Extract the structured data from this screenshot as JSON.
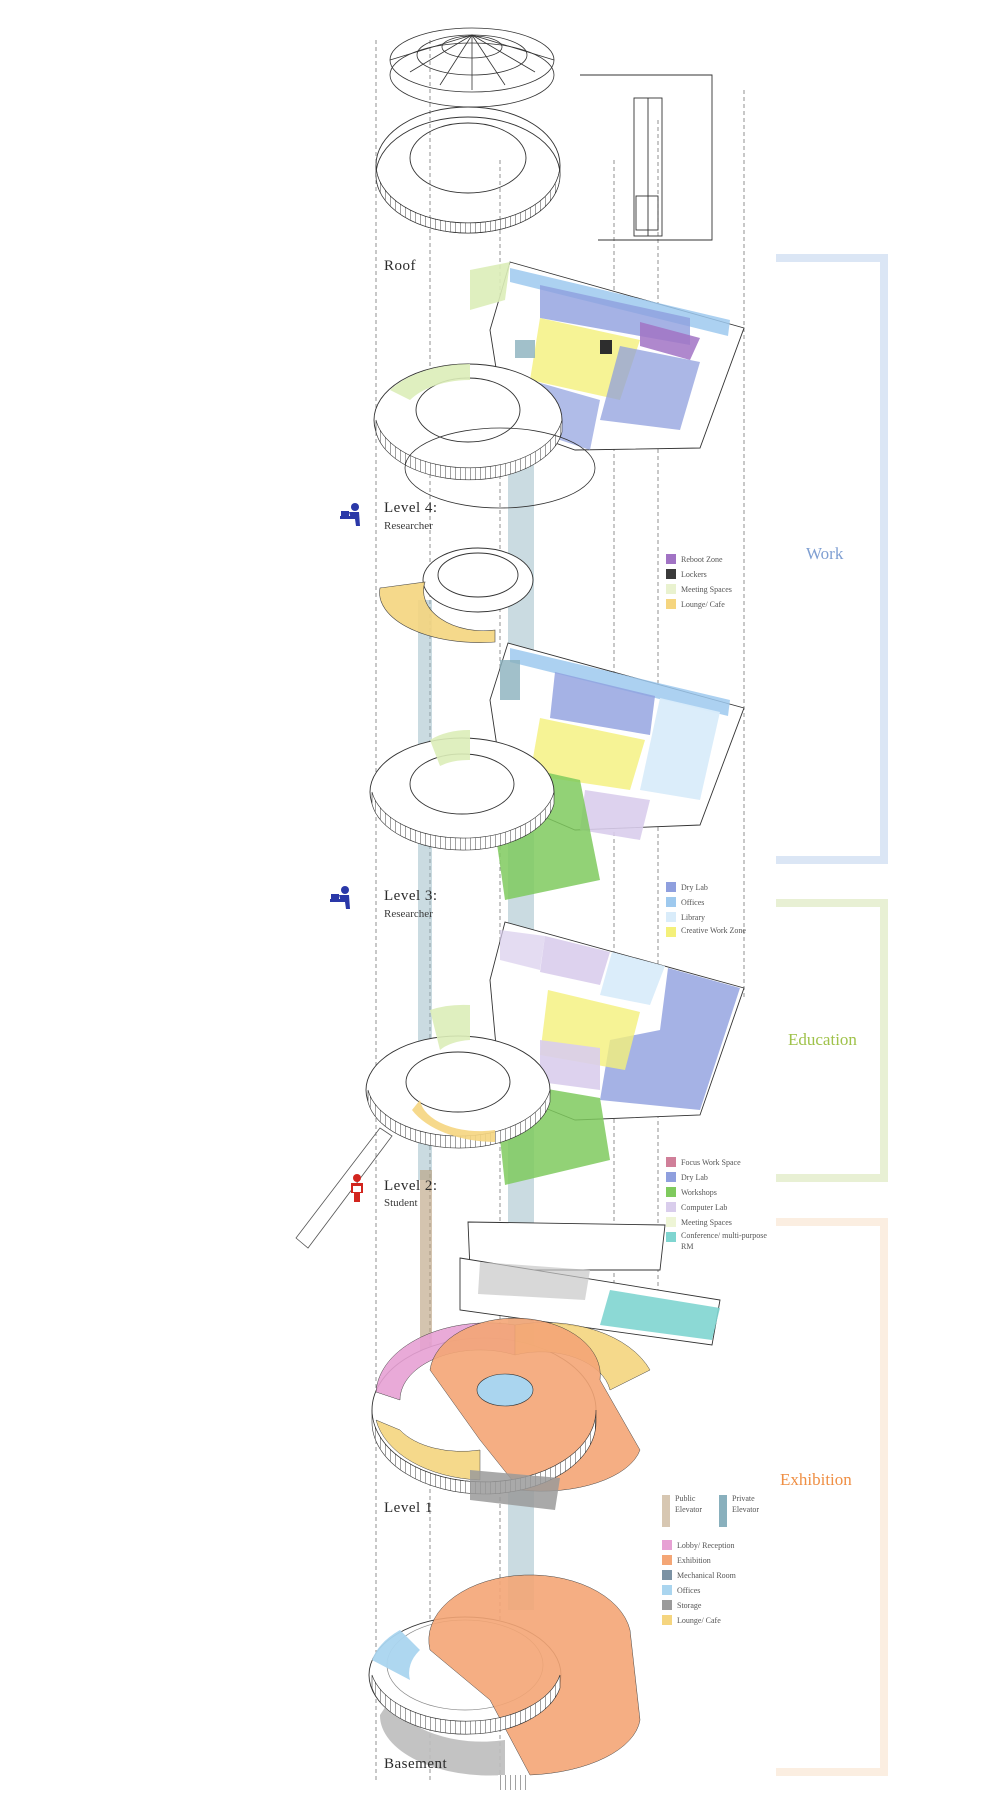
{
  "levels": [
    {
      "title": "Roof",
      "subtitle": ""
    },
    {
      "title": "Level 4:",
      "subtitle": "Researcher"
    },
    {
      "title": "Level 3:",
      "subtitle": "Researcher"
    },
    {
      "title": "Level 2:",
      "subtitle": "Student"
    },
    {
      "title": "Level 1",
      "subtitle": ""
    },
    {
      "title": "Basement",
      "subtitle": ""
    }
  ],
  "categories": [
    {
      "label": "Work",
      "color": "#7f9fd2",
      "bracket": "#dbe6f5"
    },
    {
      "label": "Education",
      "color": "#9fc24a",
      "bracket": "#e8f0d4"
    },
    {
      "label": "Exhibition",
      "color": "#ef8f44",
      "bracket": "#fbeee1"
    }
  ],
  "legends": {
    "level4": [
      {
        "label": "Reboot Zone",
        "color": "#a173c4"
      },
      {
        "label": "Lockers",
        "color": "#3a3a3a"
      },
      {
        "label": "Meeting Spaces",
        "color": "#e9f2cf"
      },
      {
        "label": "Lounge/ Cafe",
        "color": "#f5d57f"
      }
    ],
    "level3": [
      {
        "label": "Dry Lab",
        "color": "#8f9fde"
      },
      {
        "label": "Offices",
        "color": "#9ec9ee"
      },
      {
        "label": "Library",
        "color": "#d9ecfa"
      },
      {
        "label": "Creative Work Zone",
        "color": "#f4f07a"
      }
    ],
    "level2": [
      {
        "label": "Focus Work Space",
        "color": "#d07f99"
      },
      {
        "label": "Dry Lab",
        "color": "#8f9fde"
      },
      {
        "label": "Workshops",
        "color": "#7fca5e"
      },
      {
        "label": "Computer Lab",
        "color": "#d9cdec"
      },
      {
        "label": "Meeting Spaces",
        "color": "#eef5d6"
      },
      {
        "label": "Conference/ multi-purpose RM",
        "color": "#7fd5d0"
      }
    ],
    "level1_elevators": [
      {
        "label": "Public Elevator",
        "color": "#d7c7b2"
      },
      {
        "label": "Private Elevator",
        "color": "#89b0bd"
      }
    ],
    "level1": [
      {
        "label": "Lobby/ Reception",
        "color": "#e7a1d4"
      },
      {
        "label": "Exhibition",
        "color": "#f4a676"
      },
      {
        "label": "Mechanical Room",
        "color": "#7b92a4"
      },
      {
        "label": "Offices",
        "color": "#aad5ef"
      },
      {
        "label": "Storage",
        "color": "#9a9a9a"
      },
      {
        "label": "Lounge/ Cafe",
        "color": "#f5d57f"
      }
    ]
  },
  "person_colors": {
    "researcher": "#2a38a8",
    "student": "#d2251e"
  },
  "zone_colors": {
    "dry_lab": "#8f9fde",
    "offices": "#9ec9ee",
    "creative": "#f4f07a",
    "reboot": "#a173c4",
    "lounge": "#f5d57f",
    "meeting": "#dcedb8",
    "workshops": "#7fca5e",
    "computer_lab": "#d9cdec",
    "conference": "#7fd5d0",
    "lobby": "#e7a1d4",
    "exhibition": "#f4a676",
    "storage": "#9a9a9a",
    "library": "#d9ecfa",
    "focus": "#e4a0b8"
  }
}
